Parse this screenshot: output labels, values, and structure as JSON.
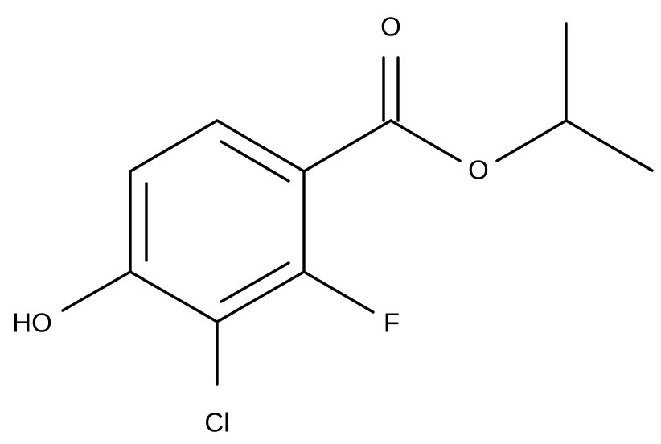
{
  "molecule": {
    "atoms": {
      "carbonyl_oxygen": "O",
      "ester_oxygen": "O",
      "hydroxyl": "HO",
      "fluorine": "F",
      "chlorine": "Cl"
    }
  },
  "colors": {
    "bond": "#000000",
    "background": "#ffffff"
  }
}
